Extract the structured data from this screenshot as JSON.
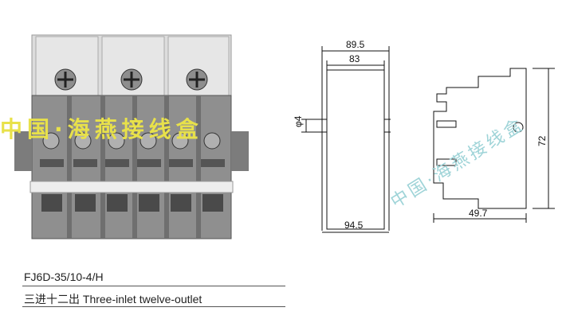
{
  "photo": {
    "watermark": "中国·海燕接线盒",
    "watermark_faint": "中国·海燕接线盒"
  },
  "front_view": {
    "dim_top_outer": "89.5",
    "dim_top_inner": "83",
    "dim_hole": "φ4",
    "dim_bottom": "94.5"
  },
  "side_view": {
    "dim_height": "72",
    "dim_width": "49.7"
  },
  "caption": {
    "model": "FJ6D-35/10-4/H",
    "description": "三进十二出 Three-inlet twelve-outlet"
  }
}
